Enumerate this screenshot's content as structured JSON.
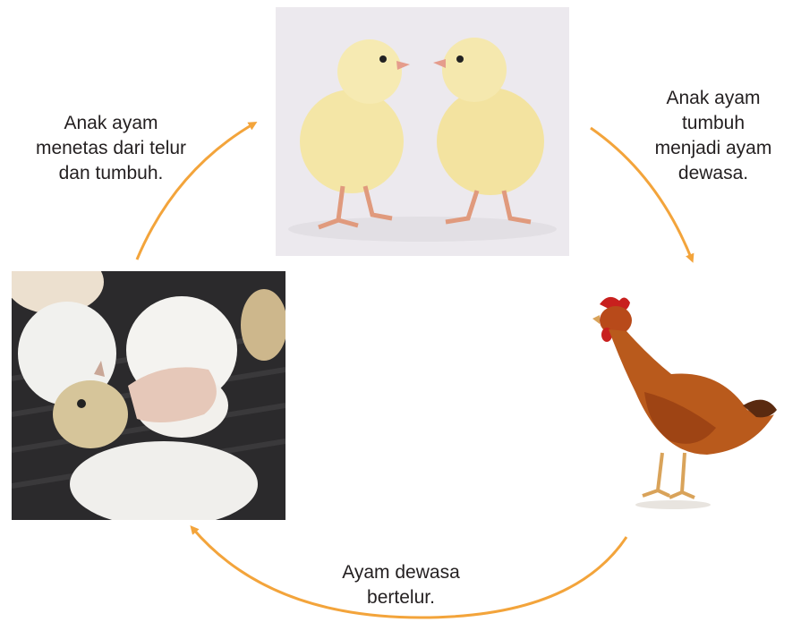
{
  "steps": [
    {
      "lines": [
        "Anak ayam",
        "menetas dari telur",
        "dan tumbuh."
      ]
    },
    {
      "lines": [
        "Anak ayam",
        "tumbuh",
        "menjadi ayam",
        "dewasa."
      ]
    },
    {
      "lines": [
        "Ayam dewasa",
        "bertelur."
      ]
    }
  ],
  "images": {
    "chicks": "chicks-photo",
    "hen": "hen-photo",
    "hatching": "hatching-egg-photo"
  },
  "colors": {
    "arrow": "#f3a43b",
    "text": "#231f20"
  }
}
